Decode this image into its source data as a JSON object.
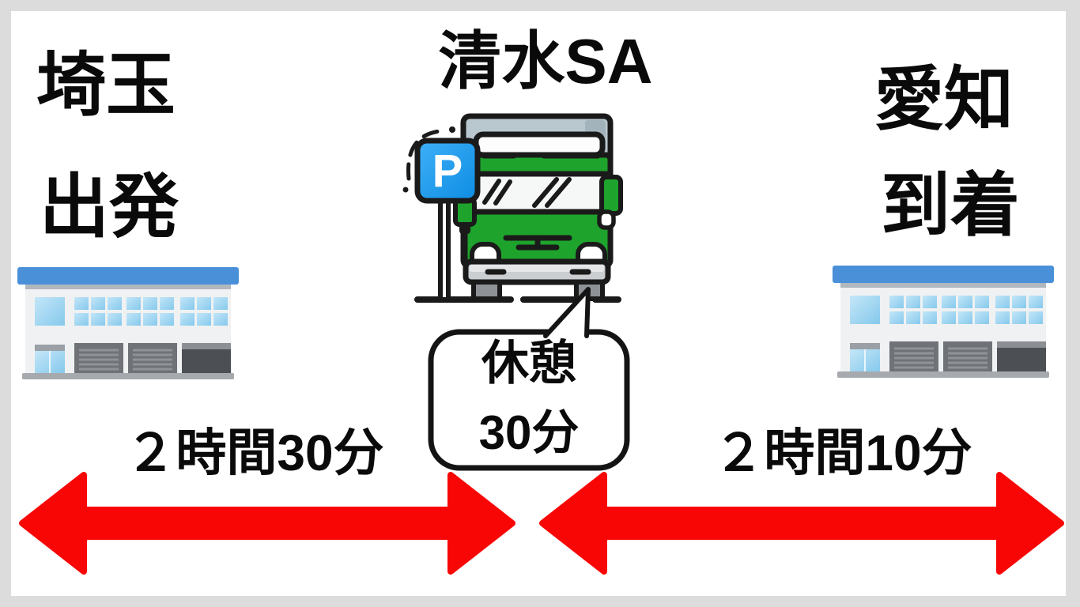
{
  "route": {
    "origin": {
      "place": "埼玉",
      "status": "出発"
    },
    "rest_stop": {
      "name": "清水SA",
      "parking_sign_letter": "P",
      "rest_label_line1": "休憩",
      "rest_label_line2": "30分"
    },
    "destination": {
      "place": "愛知",
      "status": "到着"
    },
    "legs": [
      {
        "duration": "２時間30分"
      },
      {
        "duration": "２時間10分"
      }
    ]
  },
  "colors": {
    "arrow_red": "#f80606",
    "truck_green": "#1ea32c",
    "parking_sign_blue": "#1e9af0",
    "building_roof_blue": "#4a90d9",
    "window_blue": "#9ed4f0",
    "outline_black": "#1a1a1a",
    "page_border_gray": "#dcdcdc"
  }
}
